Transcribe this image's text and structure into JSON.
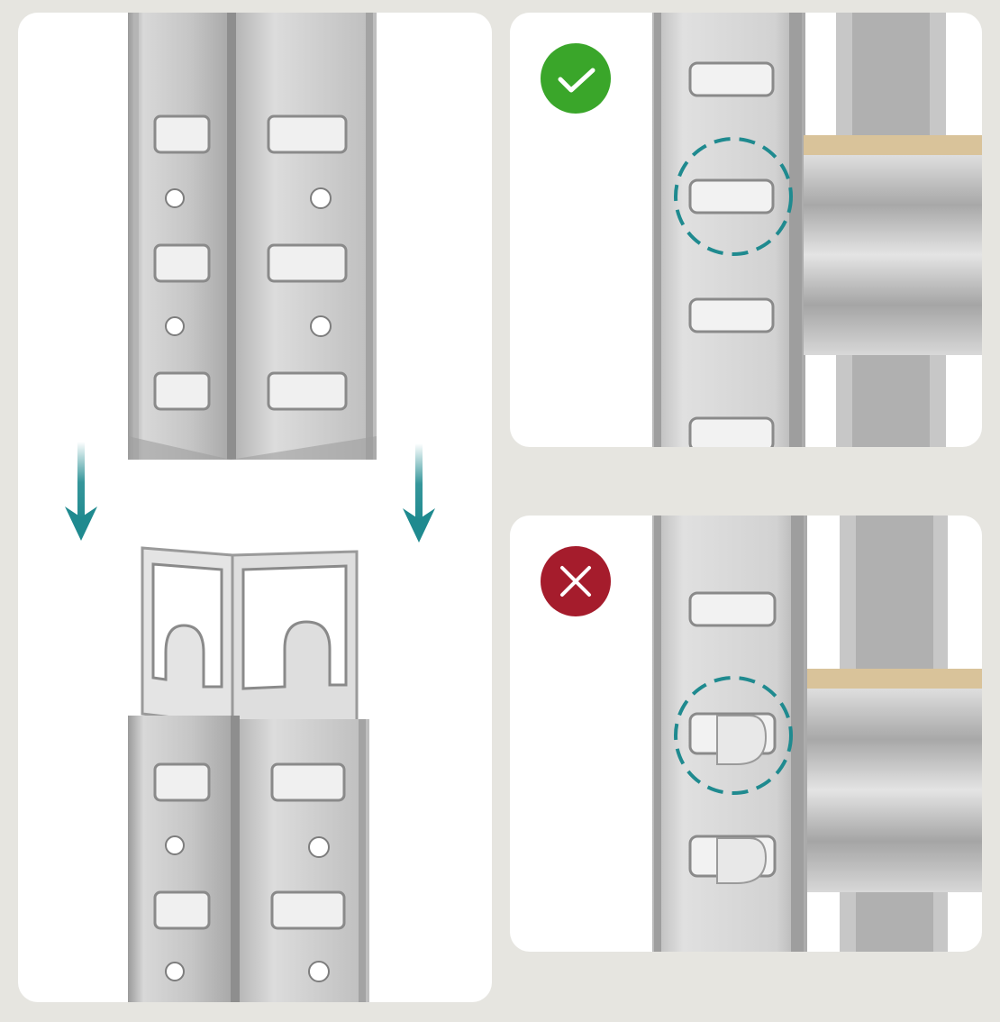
{
  "image": {
    "left_panel": "assembly-step",
    "top_right_panel": "correct-installation",
    "bottom_right_panel": "incorrect-installation"
  },
  "icons": {
    "arrow_left": "down-arrow-icon",
    "arrow_right": "down-arrow-icon",
    "ok": "checkmark-icon",
    "bad": "cross-icon"
  },
  "colors": {
    "background": "#e6e5e0",
    "panel": "#ffffff",
    "metal": "#c9c9c9",
    "metal_dark": "#8f8f8f",
    "teal": "#1f8a8f",
    "ok": "#3aa62a",
    "bad": "#a51c2c",
    "wood": "#d9c39a"
  }
}
